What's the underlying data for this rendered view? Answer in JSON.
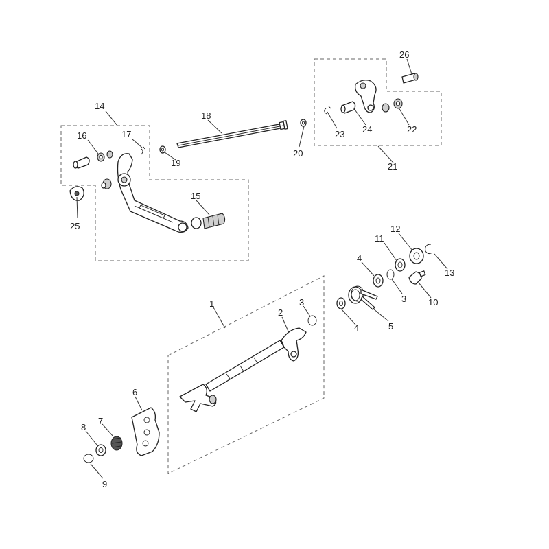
{
  "callouts": [
    {
      "id": "1",
      "text": "1"
    },
    {
      "id": "2",
      "text": "2"
    },
    {
      "id": "3a",
      "text": "3"
    },
    {
      "id": "3b",
      "text": "3"
    },
    {
      "id": "4a",
      "text": "4"
    },
    {
      "id": "4b",
      "text": "4"
    },
    {
      "id": "5",
      "text": "5"
    },
    {
      "id": "6",
      "text": "6"
    },
    {
      "id": "7",
      "text": "7"
    },
    {
      "id": "8",
      "text": "8"
    },
    {
      "id": "9",
      "text": "9"
    },
    {
      "id": "10",
      "text": "10"
    },
    {
      "id": "11",
      "text": "11"
    },
    {
      "id": "12",
      "text": "12"
    },
    {
      "id": "13",
      "text": "13"
    },
    {
      "id": "14",
      "text": "14"
    },
    {
      "id": "15",
      "text": "15"
    },
    {
      "id": "16",
      "text": "16"
    },
    {
      "id": "17",
      "text": "17"
    },
    {
      "id": "18",
      "text": "18"
    },
    {
      "id": "19",
      "text": "19"
    },
    {
      "id": "20",
      "text": "20"
    },
    {
      "id": "21",
      "text": "21"
    },
    {
      "id": "22",
      "text": "22"
    },
    {
      "id": "23",
      "text": "23"
    },
    {
      "id": "24",
      "text": "24"
    },
    {
      "id": "25",
      "text": "25"
    },
    {
      "id": "26",
      "text": "26"
    }
  ]
}
